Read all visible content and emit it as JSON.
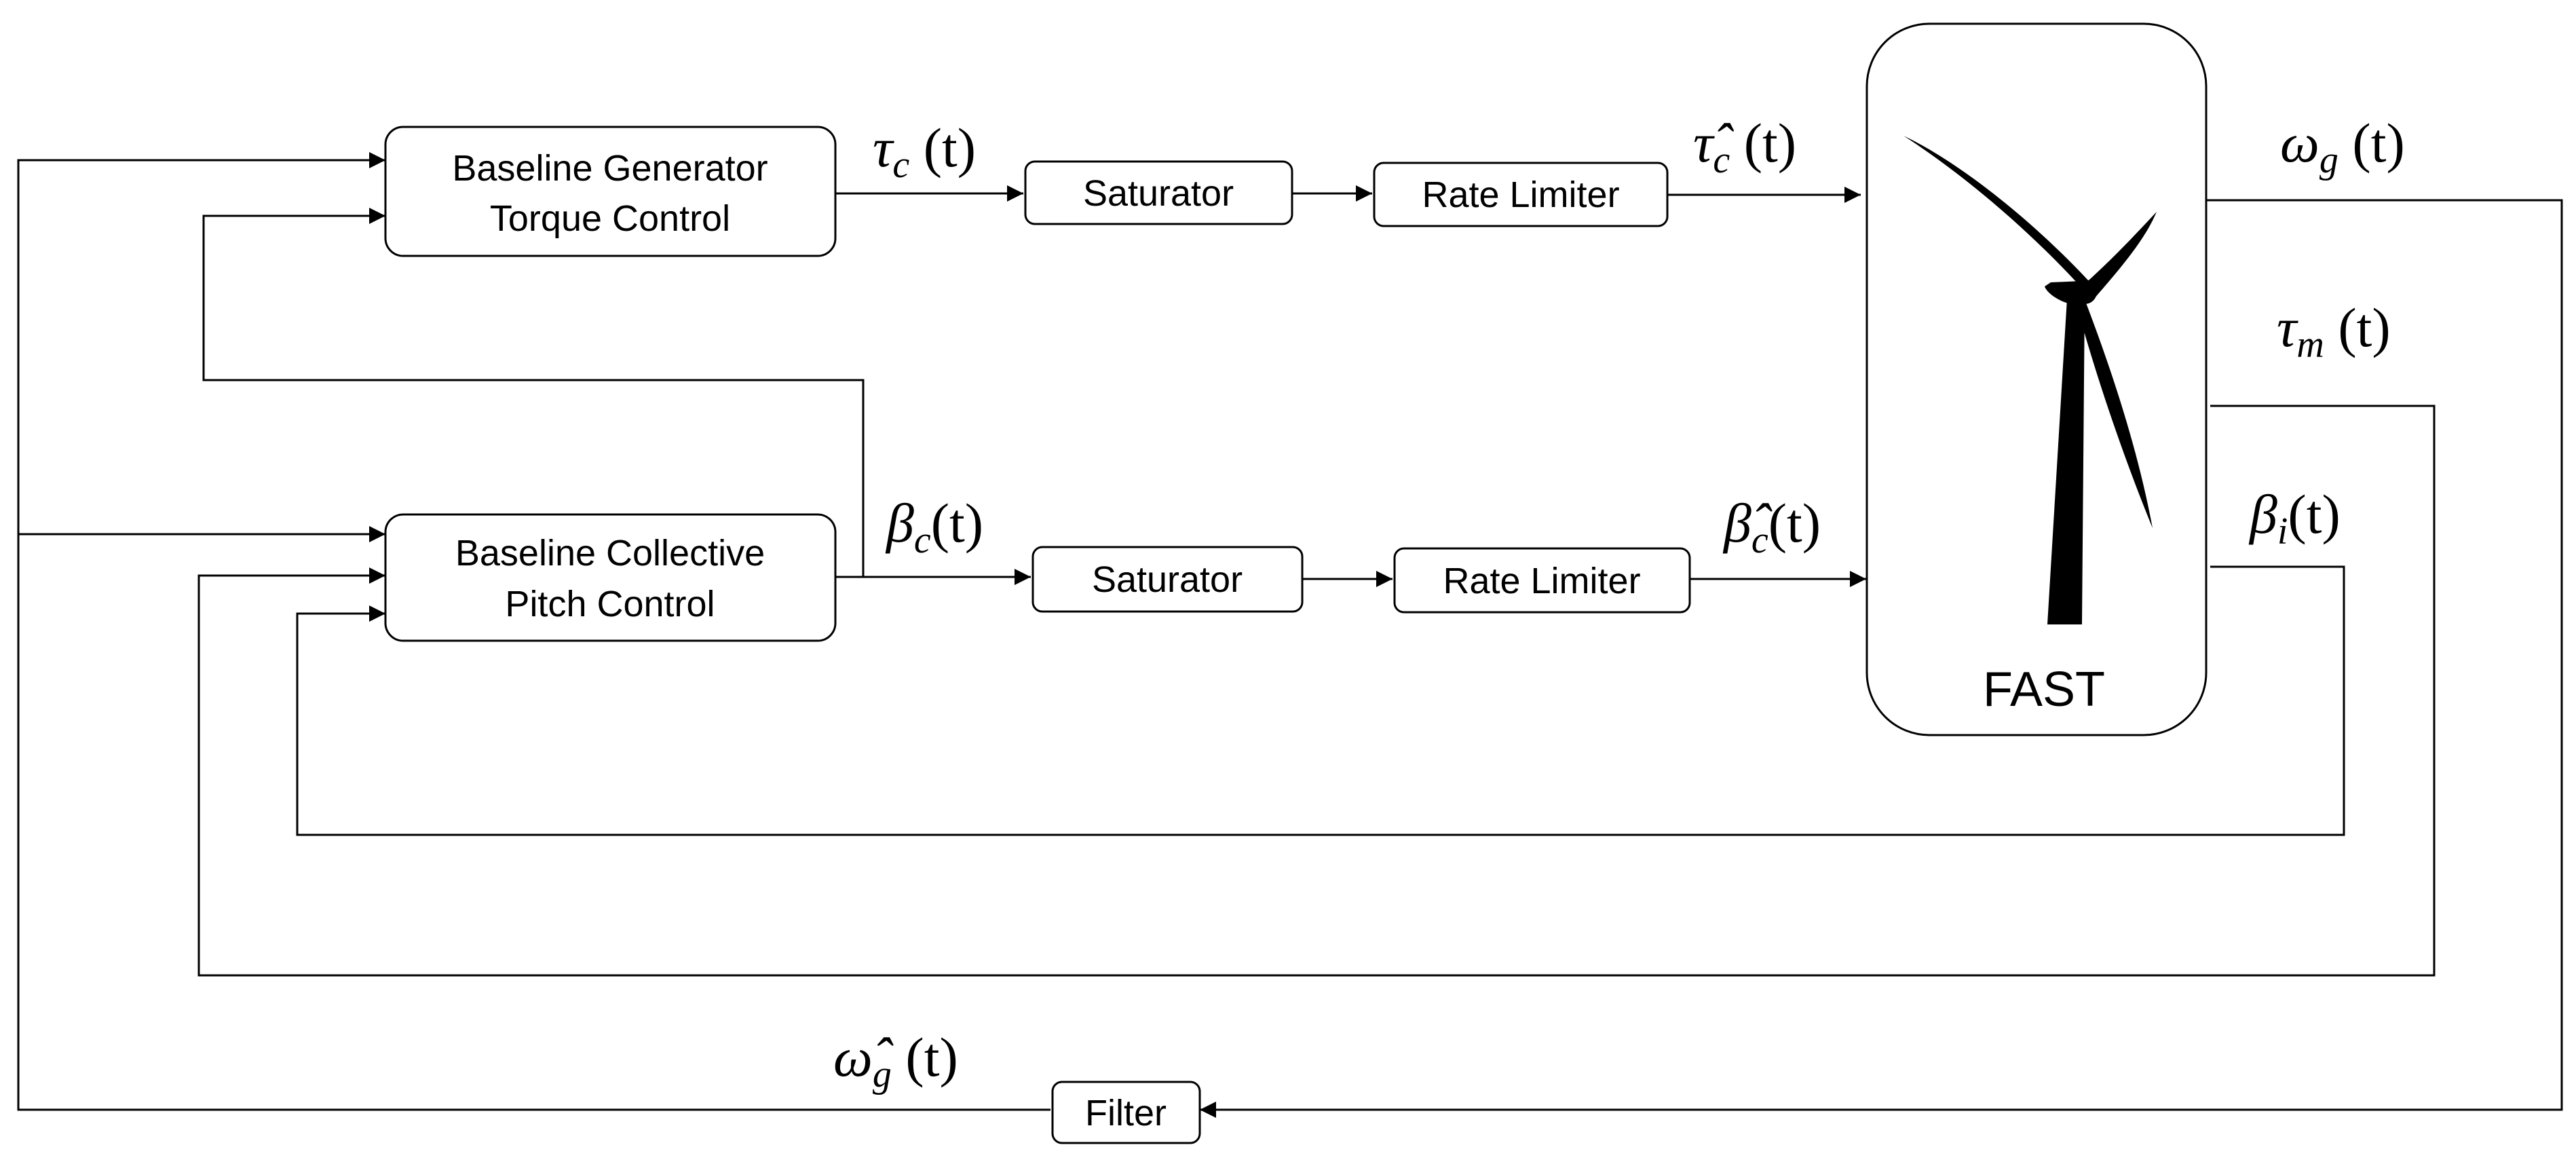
{
  "blocks": {
    "torque_control": {
      "line1": "Baseline Generator",
      "line2": "Torque Control"
    },
    "pitch_control": {
      "line1": "Baseline Collective",
      "line2": "Pitch Control"
    },
    "saturator_top": "Saturator",
    "rate_limiter_top": "Rate Limiter",
    "saturator_bottom": "Saturator",
    "rate_limiter_bottom": "Rate Limiter",
    "fast": "FAST",
    "filter": "Filter"
  },
  "signals": {
    "tau_c": {
      "base": "τ",
      "sub": "c",
      "arg": " (t)"
    },
    "tau_c_hat": {
      "base": "τ̂",
      "sub": "c",
      "arg": " (t)"
    },
    "beta_c": {
      "base": "β",
      "sub": "c",
      "arg": "(t)"
    },
    "beta_c_hat": {
      "base": "β̂",
      "sub": "c",
      "arg": "(t)"
    },
    "omega_g": {
      "base": "ω",
      "sub": "g",
      "arg": " (t)"
    },
    "tau_m": {
      "base": "τ",
      "sub": "m",
      "arg": " (t)"
    },
    "beta_i": {
      "base": "β",
      "sub": "i",
      "arg": "(t)"
    },
    "omega_g_hat": {
      "base": "ω̂",
      "sub": "g",
      "arg": " (t)"
    }
  },
  "icons": {
    "turbine": "wind-turbine-icon"
  }
}
